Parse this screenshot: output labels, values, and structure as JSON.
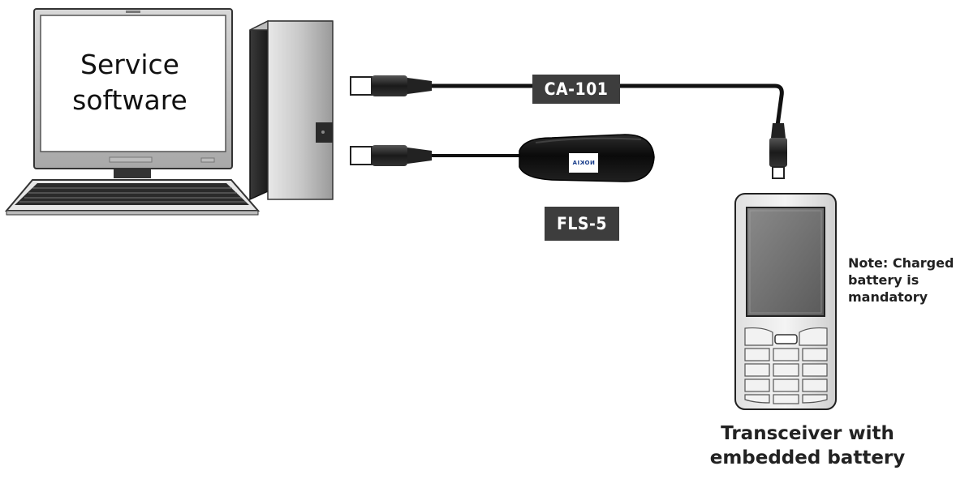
{
  "computer": {
    "screen_text_line1": "Service",
    "screen_text_line2": "software"
  },
  "cables": {
    "ca101_label": "CA-101",
    "fls5_label": "FLS-5",
    "dongle_brand": "NOKIA"
  },
  "phone": {
    "note_line1": "Note: Charged",
    "note_line2": "battery is",
    "note_line3": "mandatory",
    "caption_line1": "Transceiver with",
    "caption_line2": "embedded battery"
  }
}
